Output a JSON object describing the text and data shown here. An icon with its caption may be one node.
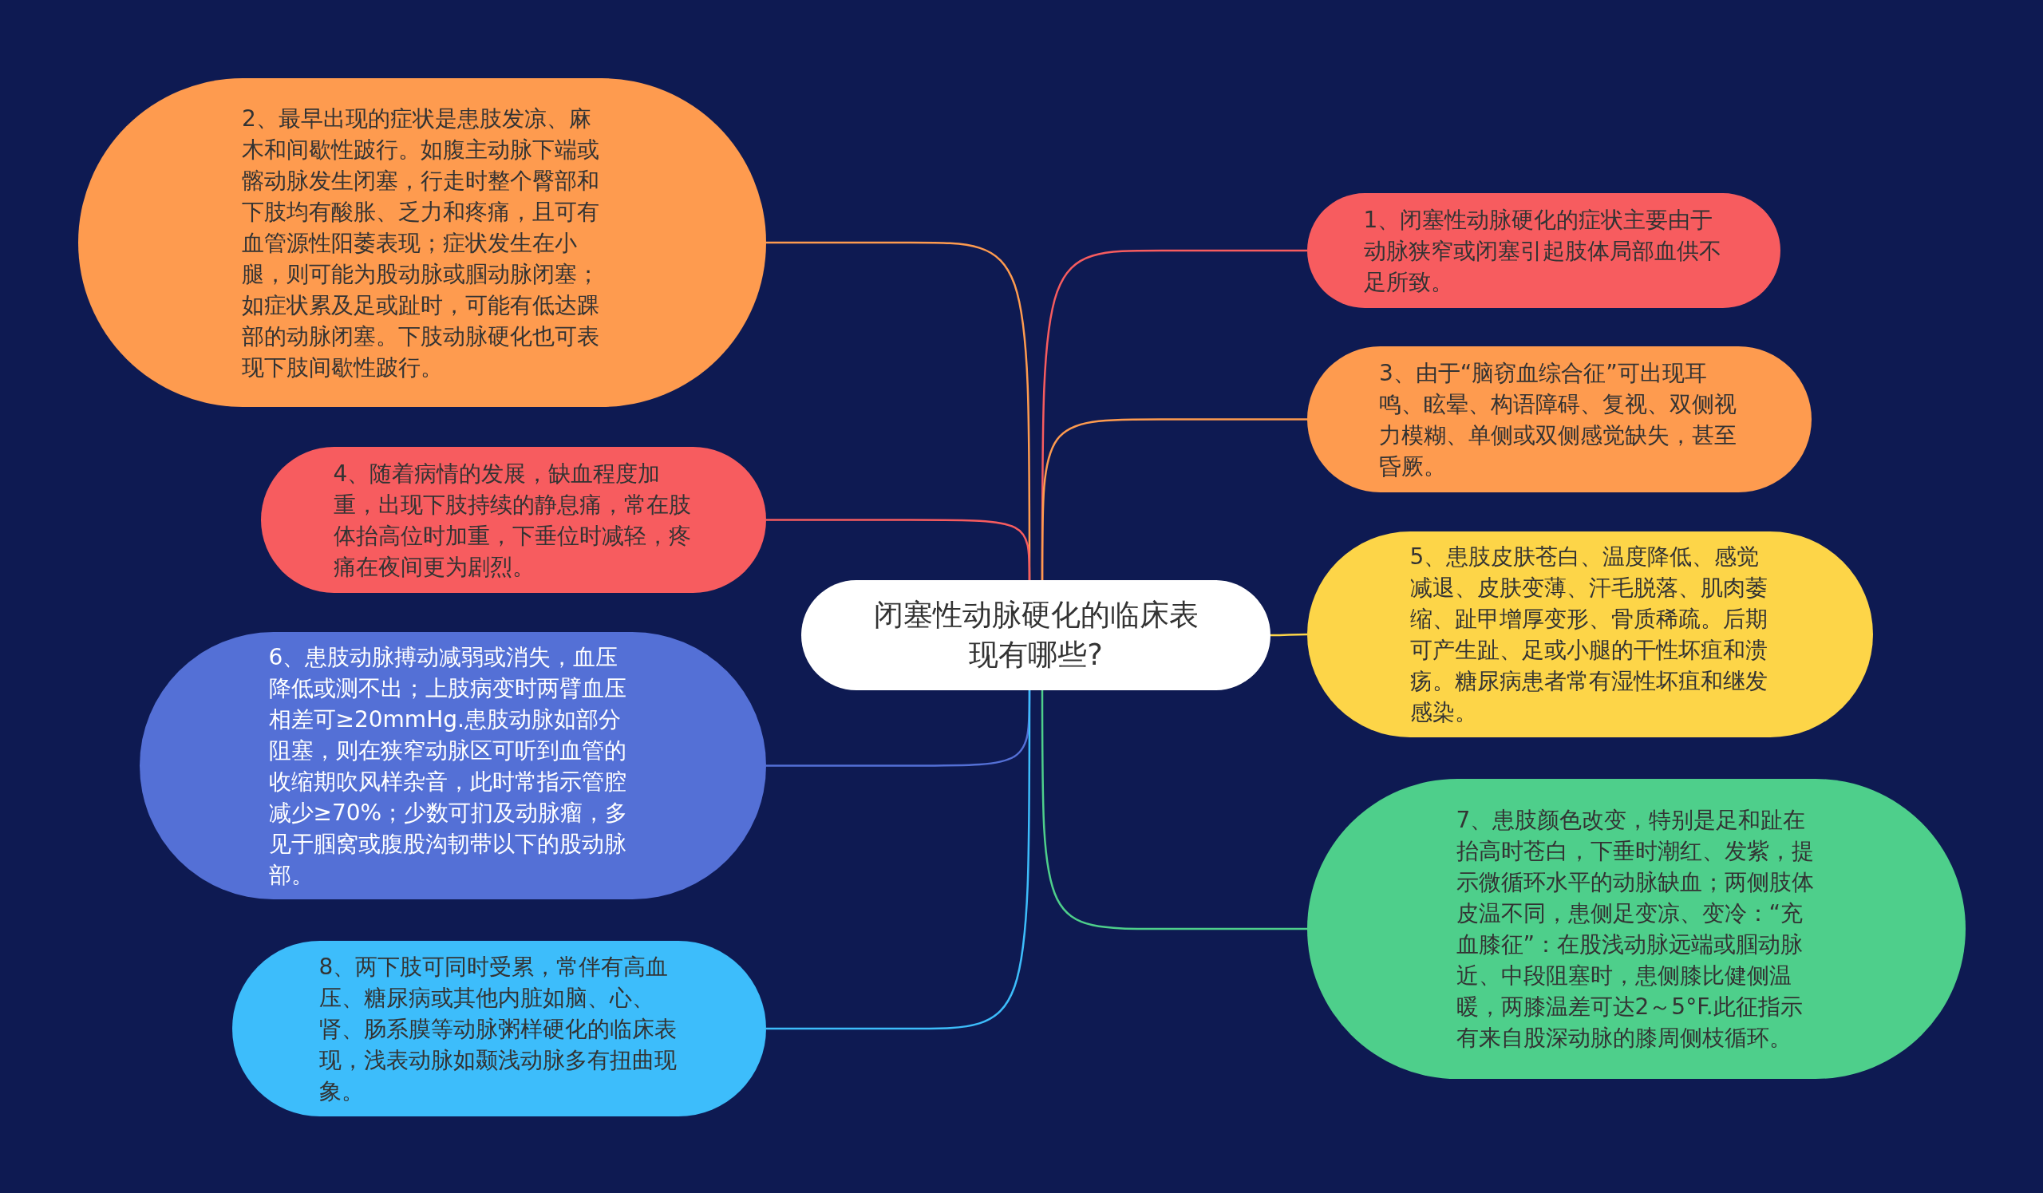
{
  "diagram": {
    "nodes": [
      {
        "text": [
          "闭塞性动脉硬化的临床表现有哪些?"
        ]
      },
      {
        "text": [
          "1、闭塞性动脉硬化的症状主要由于动脉狭窄或闭塞引起肢体局部血供不足所致。"
        ]
      },
      {
        "text": [
          "2、最早出现的症状是患肢发凉、麻木和间歇性跛行。如腹主动脉下端或髂动脉发生闭塞，行走时整个臀部和下肢均有酸胀、乏力和疼痛，且可有血管源性阳萎表现；症状发生在小腿，则可能为股动脉或腘动脉闭塞；如症状累及足或趾时，可能有低达踝部的动脉闭塞。下肢动脉硬化也可表现下肢间歇性跛行。"
        ]
      },
      {
        "text": [
          "3、由于“脑窃血综合征”可出现耳鸣、眩晕、构语障碍、复视、双侧视力模糊、单侧或双侧感觉缺失，甚至昏厥。"
        ]
      },
      {
        "text": [
          "4、随着病情的发展，缺血程度加重，出现下肢持续的静息痛，常在肢体抬高位时加重，下垂位时减轻，疼痛在夜间更为剧烈。"
        ]
      },
      {
        "text": [
          "5、患肢皮肤苍白、温度降低、感觉减退、皮肤变薄、汗毛脱落、肌肉萎缩、趾甲增厚变形、骨质稀疏。后期可产生趾、足或小腿的干性坏疽和溃疡。糖尿病患者常有湿性坏疽和继发感染。"
        ]
      },
      {
        "text": [
          "6、患肢动脉搏动减弱或消失，血压降低或测不出；上肢病变时两臂血压相差可≥20mmHg.患肢动脉如部分阻塞，则在狭窄动脉区可听到血管的收缩期吹风样杂音，此时常指示管腔减少≥70%；少数可扪及动脉瘤，多见于腘窝或腹股沟韧带以下的股动脉部。"
        ]
      },
      {
        "text": [
          "7、患肢颜色改变，特别是足和趾在抬高时苍白，下垂时潮红、发紫，提示微循环水平的动脉缺血；两侧肢体皮温不同，患侧足变凉、变冷：“充血膝征”：在股浅动脉远端或腘动脉近、中段阻塞时，患侧膝比健侧温暖，两膝温差可达2～5°F.此征指示有来自股深动脉的膝周侧枝循环。"
        ]
      },
      {
        "text": [
          "8、两下肢可同时受累，常伴有高血压、糖尿病或其他内脏如脑、心、肾、肠系膜等动脉粥样硬化的临床表现，浅表动脉如颞浅动脉多有扭曲现象。"
        ]
      }
    ],
    "edges": [
      {
        "from": 0,
        "to": 1,
        "arrow": "none",
        "color": "#f75c5f"
      },
      {
        "from": 0,
        "to": 2,
        "arrow": "none",
        "color": "#fe9b4f"
      },
      {
        "from": 0,
        "to": 3,
        "arrow": "none",
        "color": "#fe9b4f"
      },
      {
        "from": 0,
        "to": 4,
        "arrow": "none",
        "color": "#f75c5f"
      },
      {
        "from": 0,
        "to": 5,
        "arrow": "none",
        "color": "#fdd548"
      },
      {
        "from": 0,
        "to": 6,
        "arrow": "none",
        "color": "#5470d6"
      },
      {
        "from": 0,
        "to": 7,
        "arrow": "none",
        "color": "#4ecf8b"
      },
      {
        "from": 0,
        "to": 8,
        "arrow": "none",
        "color": "#3dbdfb"
      }
    ]
  }
}
